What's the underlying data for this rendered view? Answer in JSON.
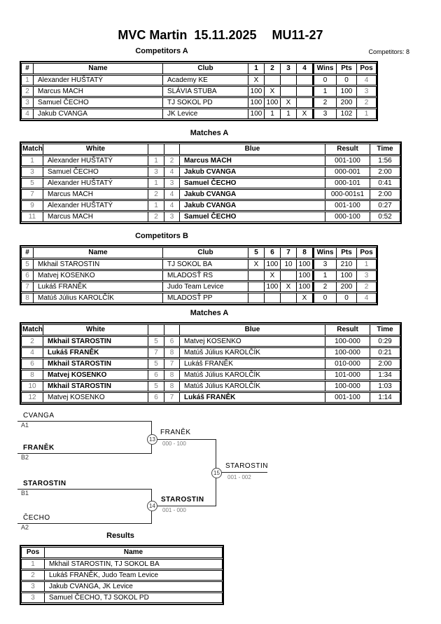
{
  "title": {
    "event": "MVC Martin  15.11.2025",
    "category": "MU11-27"
  },
  "competitors_total": "Competitors: 8",
  "competitors_a": {
    "heading": "Competitors A",
    "columns": [
      "#",
      "Name",
      "Club",
      "1",
      "2",
      "3",
      "4",
      "Wins",
      "Pts",
      "Pos"
    ],
    "rows": [
      {
        "no": "1",
        "name": "Alexander HUŠTATÝ",
        "club": "Academy KE",
        "c1": "X",
        "c2": "",
        "c3": "",
        "c4": "",
        "wins": "0",
        "pts": "0",
        "pos": "4"
      },
      {
        "no": "2",
        "name": "Marcus MACH",
        "club": "SLÁVIA STUBA",
        "c1": "100",
        "c2": "X",
        "c3": "",
        "c4": "",
        "wins": "1",
        "pts": "100",
        "pos": "3"
      },
      {
        "no": "3",
        "name": "Samuel ČECHO",
        "club": "TJ SOKOL PD",
        "c1": "100",
        "c2": "100",
        "c3": "X",
        "c4": "",
        "wins": "2",
        "pts": "200",
        "pos": "2"
      },
      {
        "no": "4",
        "name": "Jakub CVANGA",
        "club": "JK Levice",
        "c1": "100",
        "c2": "1",
        "c3": "1",
        "c4": "X",
        "wins": "3",
        "pts": "102",
        "pos": "1"
      }
    ]
  },
  "matches_a": {
    "heading": "Matches A",
    "columns": [
      "Match",
      "White",
      "Blue",
      "Result",
      "Time"
    ],
    "rows": [
      {
        "match": "1",
        "white": "Alexander HUŠTATÝ",
        "wno": "1",
        "bno": "2",
        "blue": "Marcus MACH",
        "result": "001-100",
        "time": "1:56"
      },
      {
        "match": "3",
        "white": "Samuel ČECHO",
        "wno": "3",
        "bno": "4",
        "blue": "Jakub CVANGA",
        "result": "000-001",
        "time": "2:00"
      },
      {
        "match": "5",
        "white": "Alexander HUŠTATÝ",
        "wno": "1",
        "bno": "3",
        "blue": "Samuel ČECHO",
        "result": "000-101",
        "time": "0:41"
      },
      {
        "match": "7",
        "white": "Marcus MACH",
        "wno": "2",
        "bno": "4",
        "blue": "Jakub CVANGA",
        "result": "000-001s1",
        "time": "2:00"
      },
      {
        "match": "9",
        "white": "Alexander HUŠTATÝ",
        "wno": "1",
        "bno": "4",
        "blue": "Jakub CVANGA",
        "result": "001-100",
        "time": "0:27"
      },
      {
        "match": "11",
        "white": "Marcus MACH",
        "wno": "2",
        "bno": "3",
        "blue": "Samuel ČECHO",
        "result": "000-100",
        "time": "0:52"
      }
    ]
  },
  "competitors_b": {
    "heading": "Competitors B",
    "columns": [
      "#",
      "Name",
      "Club",
      "5",
      "6",
      "7",
      "8",
      "Wins",
      "Pts",
      "Pos"
    ],
    "rows": [
      {
        "no": "5",
        "name": "Mkhail STAROSTIN",
        "club": "TJ SOKOL BA",
        "c1": "X",
        "c2": "100",
        "c3": "10",
        "c4": "100",
        "wins": "3",
        "pts": "210",
        "pos": "1"
      },
      {
        "no": "6",
        "name": "Matvej KOSENKO",
        "club": "MLADOSŤ RS",
        "c1": "",
        "c2": "X",
        "c3": "",
        "c4": "100",
        "wins": "1",
        "pts": "100",
        "pos": "3"
      },
      {
        "no": "7",
        "name": "Lukáš FRANĚK",
        "club": "Judo Team Levice",
        "c1": "",
        "c2": "100",
        "c3": "X",
        "c4": "100",
        "wins": "2",
        "pts": "200",
        "pos": "2"
      },
      {
        "no": "8",
        "name": "Matúš Július KAROLČÍK",
        "club": "MLADOSŤ PP",
        "c1": "",
        "c2": "",
        "c3": "",
        "c4": "X",
        "wins": "0",
        "pts": "0",
        "pos": "4"
      }
    ]
  },
  "matches_b": {
    "heading": "Matches A",
    "columns": [
      "Match",
      "White",
      "Blue",
      "Result",
      "Time"
    ],
    "rows": [
      {
        "match": "2",
        "white": "Mkhail STAROSTIN",
        "wno": "5",
        "bno": "6",
        "blue": "Matvej KOSENKO",
        "result": "100-000",
        "time": "0:29"
      },
      {
        "match": "4",
        "white": "Lukáš FRANĚK",
        "wno": "7",
        "bno": "8",
        "blue": "Matúš Július KAROLČÍK",
        "result": "100-000",
        "time": "0:21"
      },
      {
        "match": "6",
        "white": "Mkhail STAROSTIN",
        "wno": "5",
        "bno": "7",
        "blue": "Lukáš FRANĚK",
        "result": "010-000",
        "time": "2:00"
      },
      {
        "match": "8",
        "white": "Matvej KOSENKO",
        "wno": "6",
        "bno": "8",
        "blue": "Matúš Július KAROLČÍK",
        "result": "101-000",
        "time": "1:34"
      },
      {
        "match": "10",
        "white": "Mkhail STAROSTIN",
        "wno": "5",
        "bno": "8",
        "blue": "Matúš Július KAROLČÍK",
        "result": "100-000",
        "time": "1:03"
      },
      {
        "match": "12",
        "white": "Matvej KOSENKO",
        "wno": "6",
        "bno": "7",
        "blue": "Lukáš FRANĚK",
        "result": "001-100",
        "time": "1:14"
      }
    ]
  },
  "bracket": {
    "slots": [
      {
        "name": "CVANGA",
        "seed": "A1"
      },
      {
        "name": "FRANĚK",
        "seed": "B2"
      },
      {
        "name": "STAROSTIN",
        "seed": "B1"
      },
      {
        "name": "ČECHO",
        "seed": "A2"
      }
    ],
    "nodes": [
      {
        "number": "13",
        "winner": "FRANĚK",
        "score": "000 - 100"
      },
      {
        "number": "14",
        "winner": "STAROSTIN",
        "score": "001 - 000"
      },
      {
        "number": "15",
        "winner": "STAROSTIN",
        "score": "001 - 002"
      }
    ]
  },
  "results": {
    "heading": "Results",
    "columns": [
      "Pos",
      "Name"
    ],
    "rows": [
      {
        "pos": "1",
        "name": "Mkhail STAROSTIN, TJ SOKOL BA"
      },
      {
        "pos": "2",
        "name": "Lukáš FRANĚK, Judo Team Levice"
      },
      {
        "pos": "3",
        "name": "Jakub CVANGA, JK Levice"
      },
      {
        "pos": "3",
        "name": "Samuel ČECHO, TJ SOKOL PD"
      }
    ]
  }
}
